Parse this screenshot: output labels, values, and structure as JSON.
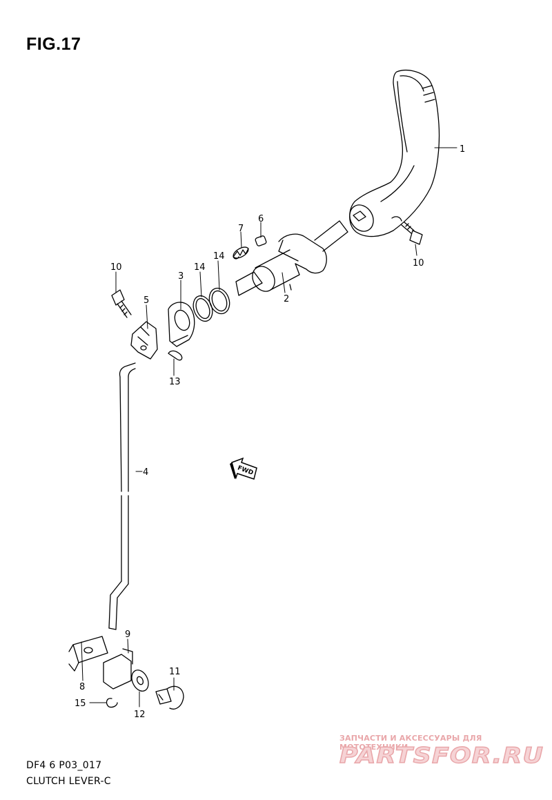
{
  "figure": {
    "title": "FIG.17"
  },
  "callouts": {
    "c1": "1",
    "c2": "2",
    "c3": "3",
    "c4": "4",
    "c5": "5",
    "c6": "6",
    "c7": "7",
    "c8": "8",
    "c9": "9",
    "c10a": "10",
    "c10b": "10",
    "c11": "11",
    "c12": "12",
    "c13": "13",
    "c14a": "14",
    "c14b": "14",
    "c15": "15"
  },
  "direction_badge": "FWD",
  "footer": {
    "diagram_code": "DF4 6 P03_017",
    "diagram_name": "CLUTCH LEVER-C"
  },
  "watermark": {
    "tagline": "ЗАПЧАСТИ И АКСЕССУАРЫ ДЛЯ МОТОТЕХНИКИ",
    "logo_text": "PARTSFOR.RU",
    "color": "#e9a7aa"
  }
}
